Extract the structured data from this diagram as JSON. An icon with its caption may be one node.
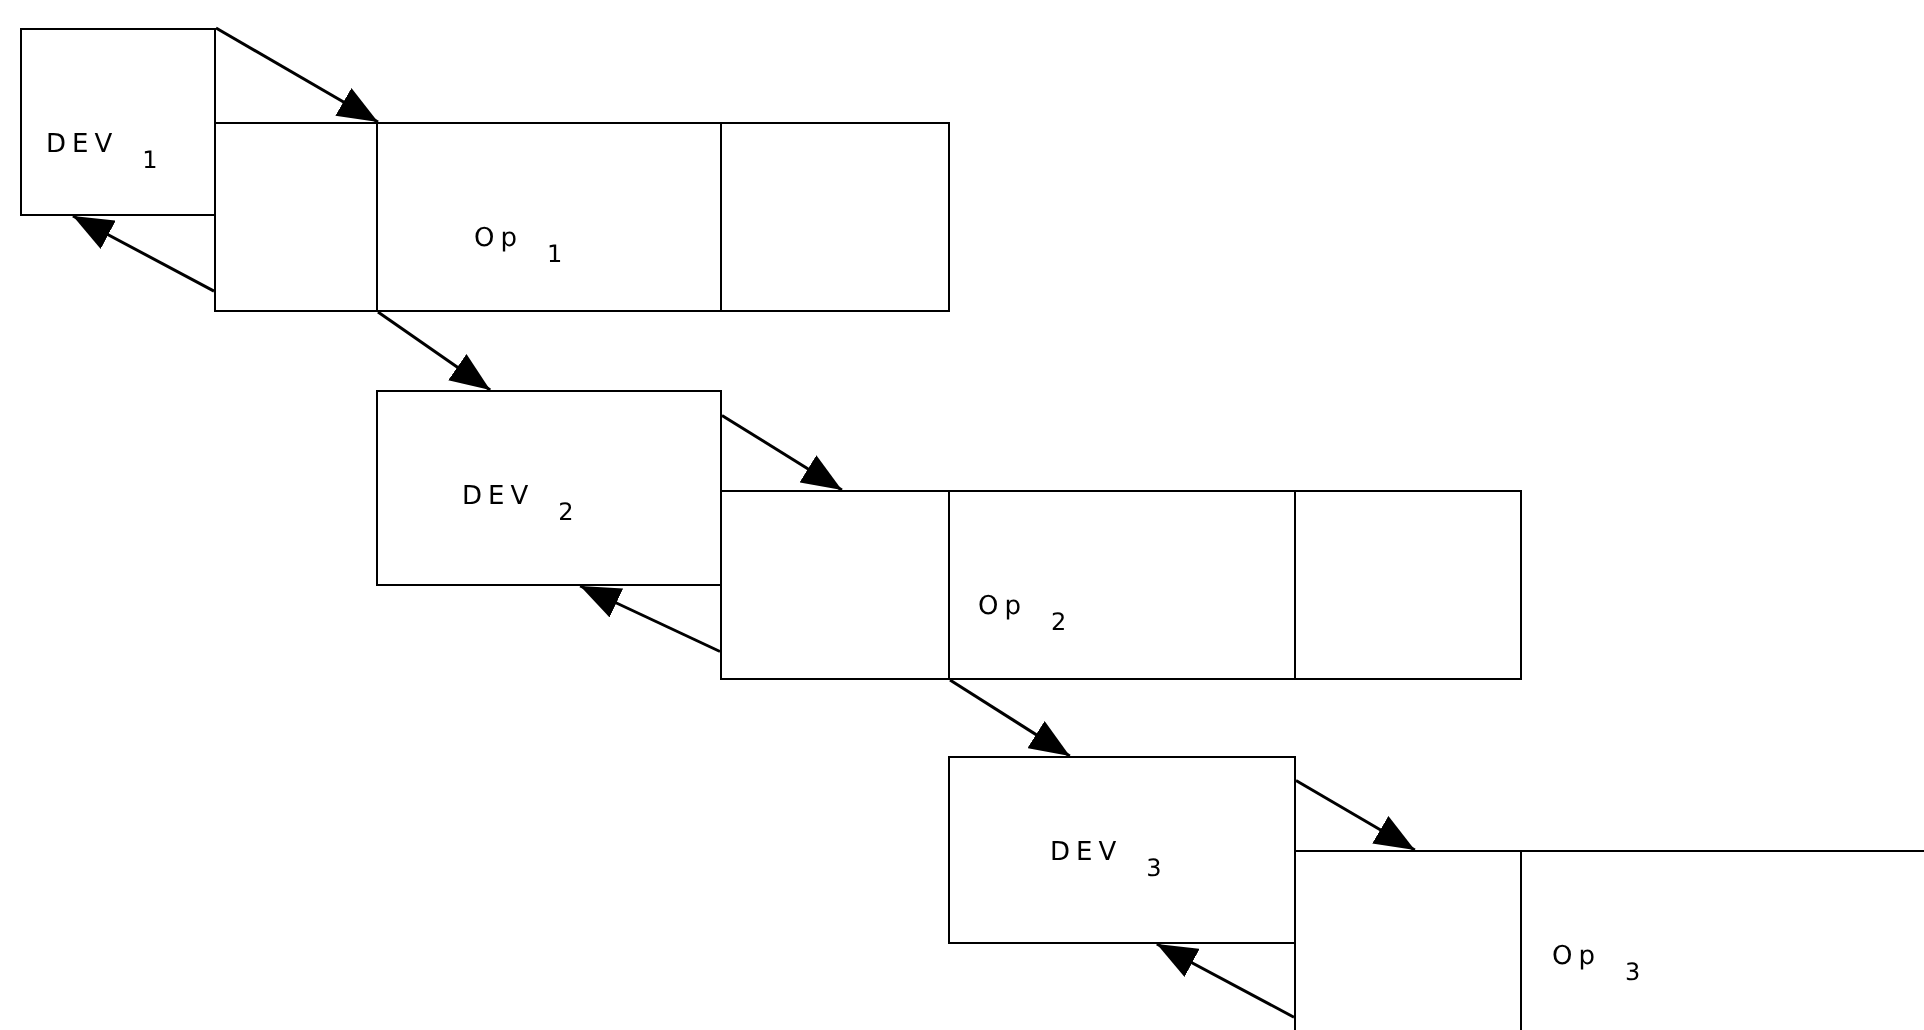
{
  "diagram": {
    "nodes": [
      {
        "text": [
          "DEV$_{1}$"
        ]
      },
      {
        "text": [],
        "shape": "box"
      },
      {
        "text": [
          "Op$_{1}$"
        ]
      },
      {
        "text": [],
        "shape": "box"
      },
      {
        "text": [
          "DEV$_{2}$"
        ]
      },
      {
        "text": [],
        "shape": "box"
      },
      {
        "text": [
          "Op$_{2}$"
        ]
      },
      {
        "text": [],
        "shape": "box"
      },
      {
        "text": [
          "DEV$_{3}$"
        ]
      },
      {
        "text": [],
        "shape": "box"
      },
      {
        "text": [
          "Op$_{3}$"
        ]
      }
    ],
    "edges": [
      {
        "from": 0,
        "to": 1,
        "arrow": "to"
      },
      {
        "from": 1,
        "to": 0,
        "arrow": "to"
      },
      {
        "from": 1,
        "to": 4,
        "arrow": "to"
      },
      {
        "from": 4,
        "to": 5,
        "arrow": "to"
      },
      {
        "from": 5,
        "to": 4,
        "arrow": "to"
      },
      {
        "from": 5,
        "to": 8,
        "arrow": "to"
      },
      {
        "from": 8,
        "to": 9,
        "arrow": "to"
      },
      {
        "from": 9,
        "to": 8,
        "arrow": "to"
      }
    ]
  }
}
